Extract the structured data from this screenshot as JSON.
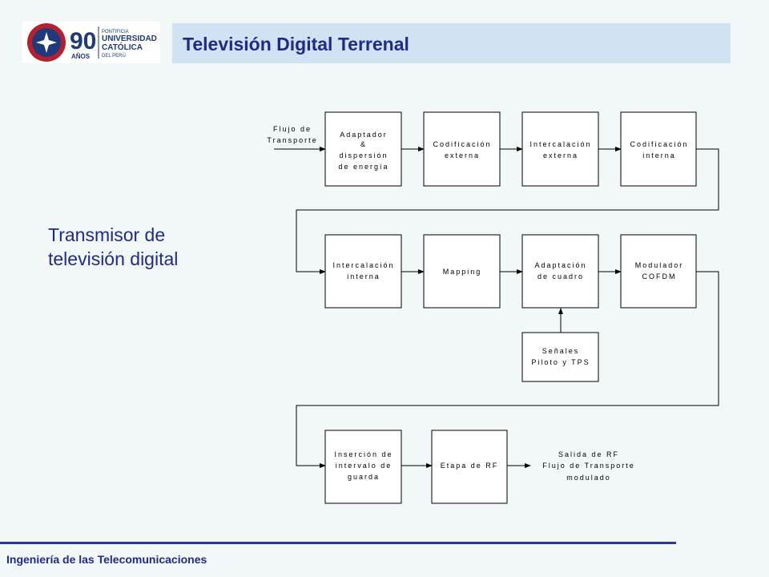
{
  "header": {
    "title": "Televisión Digital Terrenal",
    "logo": {
      "number": "90",
      "anos": "AÑOS",
      "line1": "PONTIFICIA",
      "line2": "UNIVERSIDAD",
      "line3": "CATÓLICA",
      "line4": "DEL PERÚ"
    }
  },
  "subtitle": {
    "line1": "Transmisor de",
    "line2": "televisión digital"
  },
  "footer": {
    "text": "Ingeniería de las Telecomunicaciones"
  },
  "diagram": {
    "input_label": [
      "Flujo de",
      "Transporte"
    ],
    "blocks": {
      "adaptador": [
        "Adaptador",
        "&",
        "dispersión",
        "de energía"
      ],
      "cod_externa": [
        "Codificación",
        "externa"
      ],
      "int_externa": [
        "Intercalación",
        "externa"
      ],
      "cod_interna": [
        "Codificación",
        "interna"
      ],
      "int_interna": [
        "Intercalación",
        "interna"
      ],
      "mapping": [
        "Mapping"
      ],
      "adapt_cuadro": [
        "Adaptación",
        "de cuadro"
      ],
      "modulador": [
        "Modulador",
        "COFDM"
      ],
      "senales": [
        "Señales",
        "Piloto y TPS"
      ],
      "insercion": [
        "Inserción de",
        "intervalo de",
        "guarda"
      ],
      "etapa_rf": [
        "Etapa de RF"
      ]
    },
    "output_label": [
      "Salida de RF",
      "Flujo de Transporte",
      "modulado"
    ]
  }
}
